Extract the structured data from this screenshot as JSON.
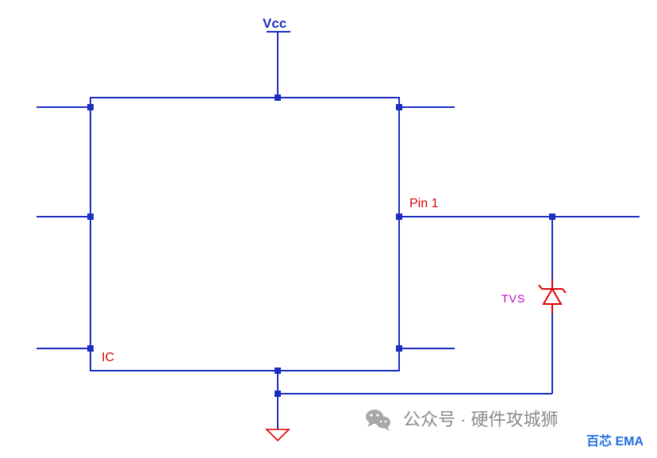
{
  "schematic": {
    "vcc_label": "Vcc",
    "ic_label": "IC",
    "pin_label": "Pin 1",
    "tvs_label": "TVS"
  },
  "watermark": {
    "text": "公众号 · 硬件攻城狮",
    "icon": "wechat-icon",
    "brand": "百芯 EMA"
  },
  "colors": {
    "wire": "#1c2ec2",
    "junction": "#1c2ec2",
    "label_red": "#e00000",
    "tvs_label": "#c000c0",
    "tvs_symbol": "#e00000",
    "ground": "#e00000",
    "watermark_text": "#8a8a8a",
    "brand": "#1f6fe0"
  }
}
